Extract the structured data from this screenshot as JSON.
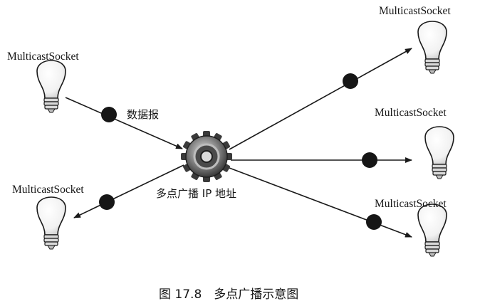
{
  "figure": {
    "caption": "图 17.8　多点广播示意图"
  },
  "hub": {
    "label": "多点广播 IP 地址"
  },
  "datagram_label": "数据报",
  "sockets": [
    {
      "label": "MulticastSocket"
    },
    {
      "label": "MulticastSocket"
    },
    {
      "label": "MulticastSocket"
    },
    {
      "label": "MulticastSocket"
    },
    {
      "label": "MulticastSocket"
    }
  ],
  "colors": {
    "line": "#1a1a1a",
    "packet": "#161616",
    "bulb_glass": "#f7f7f7",
    "bulb_base": "#d9d9d9"
  }
}
